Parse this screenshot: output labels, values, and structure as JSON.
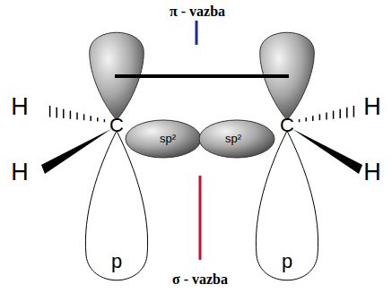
{
  "diagram": {
    "labels": [
      "π - vazba",
      "H",
      "H",
      "C",
      "sp²",
      "sp²",
      "C",
      "H",
      "H",
      "p",
      "p",
      "σ - vazba"
    ]
  }
}
